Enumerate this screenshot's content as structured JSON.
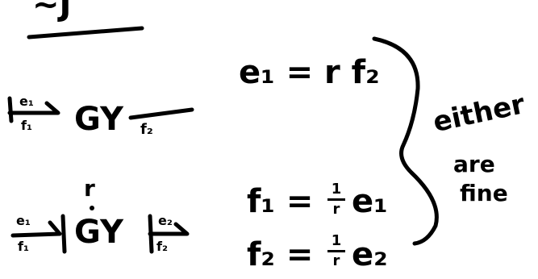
{
  "notes": {
    "top_fragment": "~J",
    "row1": {
      "bond_in_effort": "e₁",
      "bond_in_flow": "f₁",
      "element": "GY",
      "bond_out_flow": "f₂"
    },
    "row2": {
      "modulus": "r",
      "bond_in_effort": "e₁",
      "bond_in_flow": "f₁",
      "element": "GY",
      "bond_out_effort": "e₂",
      "bond_out_flow": "f₂"
    },
    "eq1": "e₁ = r f₂",
    "eq2": {
      "lhs": "f₁ =",
      "num": "1",
      "den": "r",
      "rhs": "e₁"
    },
    "eq3": {
      "lhs": "f₂ =",
      "num": "1",
      "den": "r",
      "rhs": "e₂"
    },
    "side_note": [
      "either",
      "are",
      "fine"
    ]
  },
  "colors": {
    "ink": "#000000",
    "background": "#ffffff"
  }
}
